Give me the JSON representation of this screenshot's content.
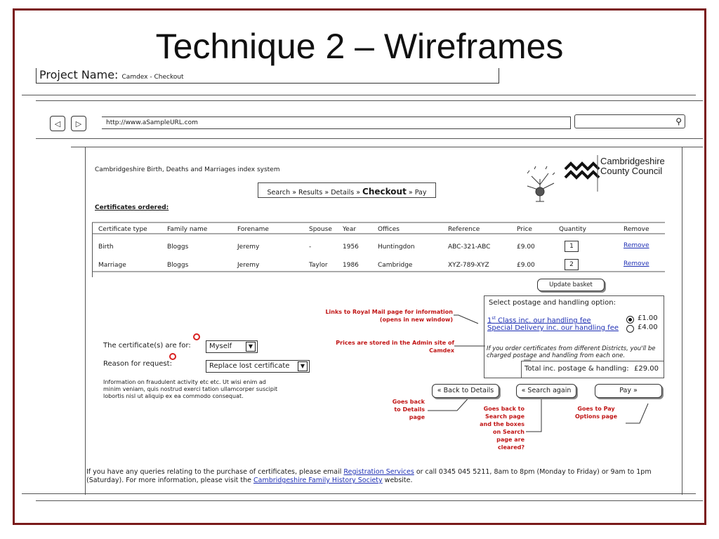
{
  "slide": {
    "title": "Technique 2 – Wireframes",
    "project_label": "Project Name:",
    "project_value": "Camdex - Checkout",
    "frame_color": "#7a1a1a"
  },
  "browser": {
    "back_icon": "back-arrow-icon",
    "forward_icon": "forward-arrow-icon",
    "url": "http://www.aSampleURL.com",
    "search_icon": "magnifier-icon"
  },
  "page": {
    "system_title": "Cambridgeshire Birth, Deaths and Marriages index system",
    "council_name_line1": "Cambridgeshire",
    "council_name_line2": "County Council",
    "breadcrumb": {
      "search": "Search",
      "results": "Results",
      "details": "Details",
      "checkout": "Checkout",
      "pay": "Pay",
      "sep": "»"
    },
    "certificates_heading": "Certificates ordered:",
    "table": {
      "headers": [
        "Certificate type",
        "Family name",
        "Forename",
        "Spouse",
        "Year",
        "Offices",
        "Reference",
        "Price",
        "Quantity",
        "Remove"
      ],
      "rows": [
        [
          "Birth",
          "Bloggs",
          "Jeremy",
          "-",
          "1956",
          "Huntingdon",
          "ABC-321-ABC",
          "£9.00",
          "1",
          "Remove"
        ],
        [
          "Marriage",
          "Bloggs",
          "Jeremy",
          "Taylor",
          "1986",
          "Cambridge",
          "XYZ-789-XYZ",
          "£9.00",
          "2",
          "Remove"
        ]
      ]
    },
    "update_basket": "Update basket",
    "postage": {
      "heading": "Select postage and handling option:",
      "option1_sup": "st",
      "option1_pre": "1",
      "option1_label": "Class inc. our handling fee",
      "option1_price": "£1.00",
      "option2_label": "Special Delivery inc. our handling fee",
      "option2_price": "£4.00",
      "note": "If you order certificates from different Districts, you'll be charged postage and handling from each one.",
      "total_label": "Total inc. postage & handling:",
      "total_value": "£29.00"
    },
    "form": {
      "cert_for_label": "The certificate(s) are for:",
      "cert_for_value": "Myself",
      "reason_label": "Reason for request:",
      "reason_value": "Replace lost certificate",
      "dropdown_icon": "dropdown-arrow-icon"
    },
    "info_text": "Information on fraudulent activity etc etc.  Ut wisi enim ad minim veniam, quis nostrud exerci tation ullamcorper suscipit lobortis nisl ut aliquip ex ea commodo consequat.",
    "buttons": {
      "back": "« Back to Details",
      "search_again": "« Search again",
      "pay": "Pay »"
    },
    "annotations": {
      "links_note": "Links to Royal Mail page for information (opens in new window)",
      "prices_note": "Prices are stored in the Admin site of Camdex",
      "back_note": "Goes back to Details page",
      "search_note": "Goes back to Search page and the boxes on Search page are cleared?",
      "pay_note": "Goes to Pay Options page"
    },
    "footer": {
      "text1": "If you have any queries relating to the purchase of certificates, please email ",
      "link1": "Registration Services",
      "text2": " or call 0345 045 5211, 8am to 8pm (Monday to Friday) or 9am to 1pm (Saturday).  For more information, please visit the ",
      "link2": "Cambridgeshire Family History Society",
      "text3": " website."
    }
  },
  "colors": {
    "annotation_red": "#c01515",
    "link_blue": "#1e2fb4",
    "required_marker": "#d82020"
  }
}
